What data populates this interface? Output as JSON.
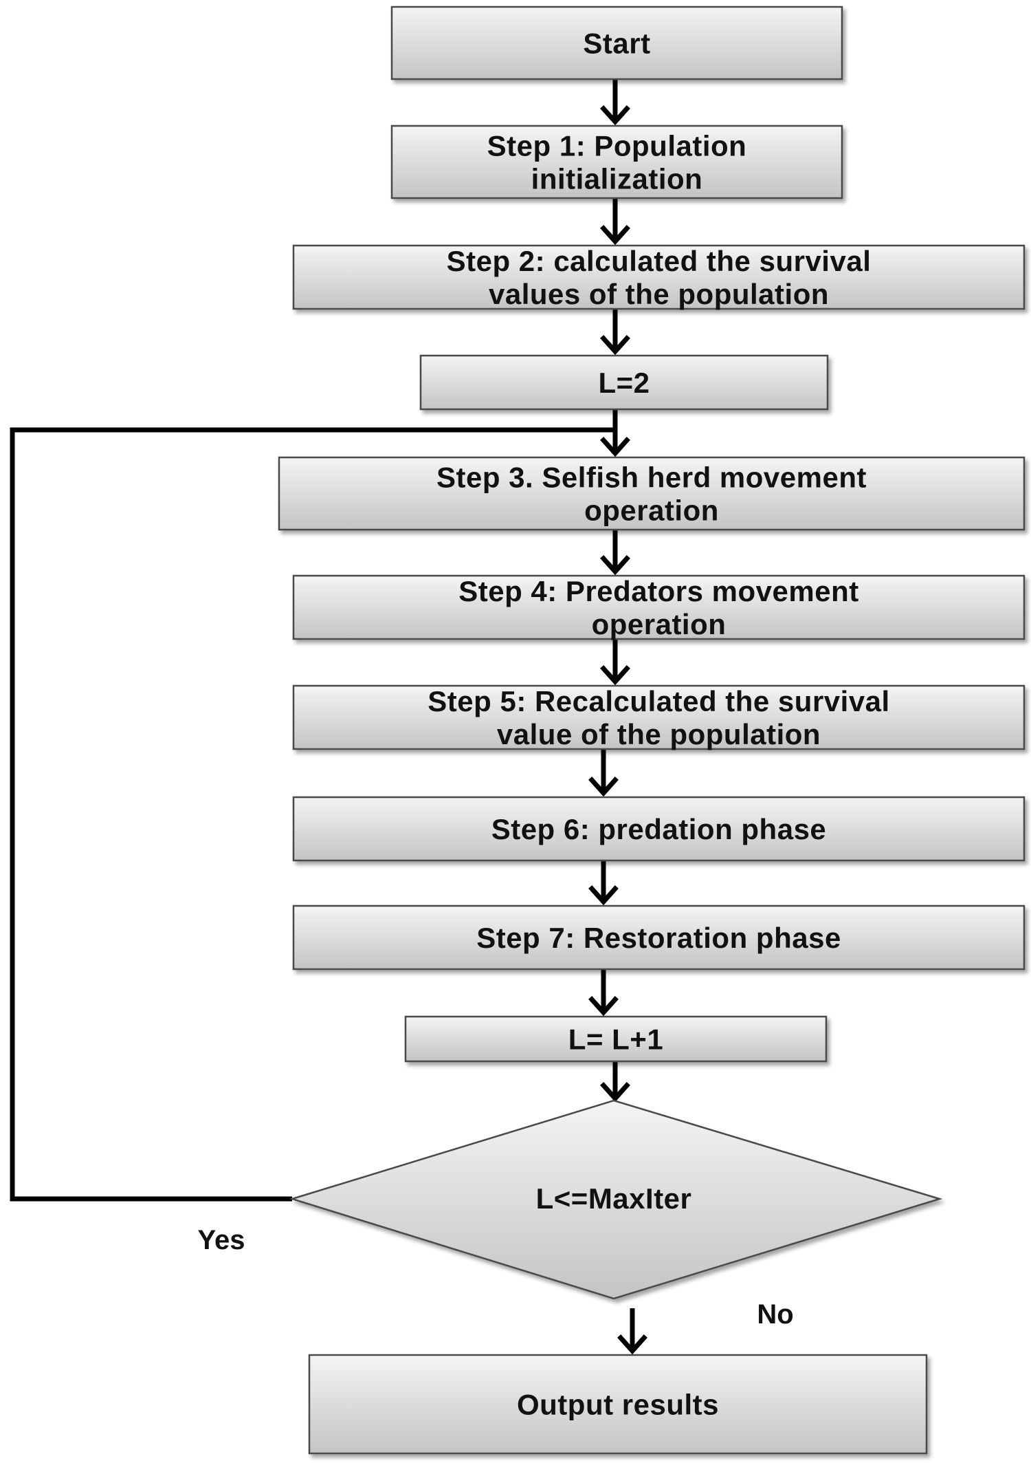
{
  "nodes": {
    "start": [
      "Start"
    ],
    "step1": [
      "Step 1: Population",
      "initialization"
    ],
    "step2": [
      "Step 2: calculated the survival",
      "values of the population"
    ],
    "init_l": [
      "L=2"
    ],
    "step3": [
      "Step 3. Selfish herd movement",
      "operation"
    ],
    "step4": [
      "Step 4: Predators movement",
      "operation"
    ],
    "step5": [
      "Step 5: Recalculated the survival",
      "value of the population"
    ],
    "step6": [
      "Step 6: predation phase"
    ],
    "step7": [
      "Step 7: Restoration phase"
    ],
    "increment": [
      "L= L+1"
    ],
    "decision": [
      "L<=MaxIter"
    ],
    "output": [
      "Output results"
    ]
  },
  "branches": {
    "yes": "Yes",
    "no": "No"
  },
  "colors": {
    "box_fill_light": "#f4f4f4",
    "box_fill_dark": "#c4c4c4",
    "stroke": "#4a4a4a",
    "line": "#000000"
  }
}
